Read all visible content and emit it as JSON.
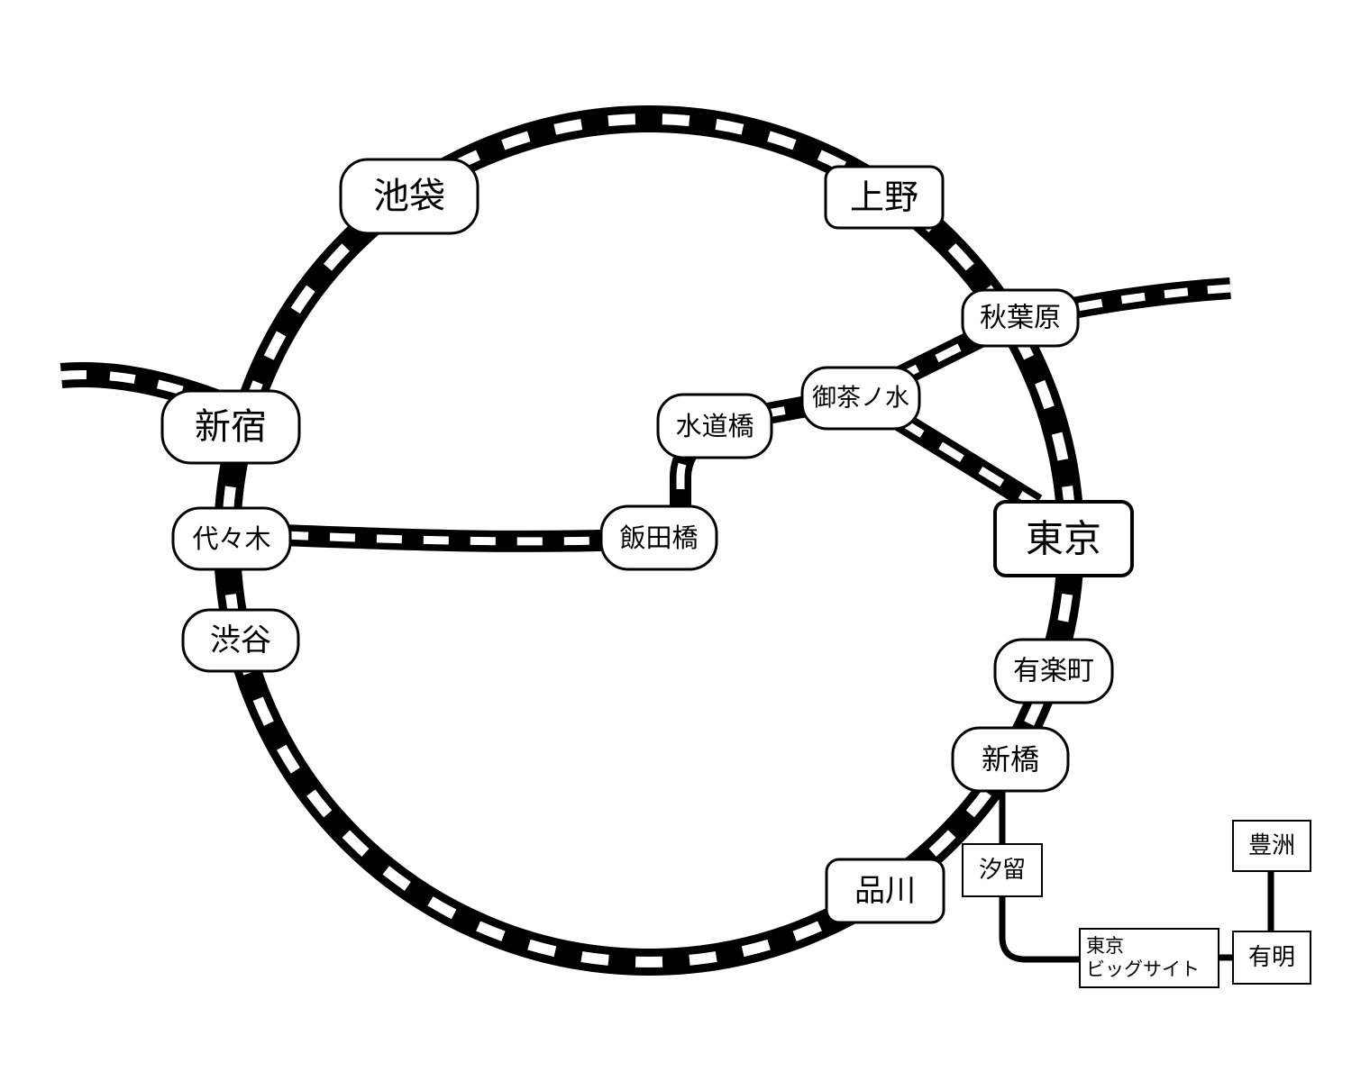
{
  "stations": {
    "ikebukuro": "池袋",
    "ueno": "上野",
    "akihabara": "秋葉原",
    "ochanomizu": "御茶ノ水",
    "suidobashi": "水道橋",
    "iidabashi": "飯田橋",
    "shinjuku": "新宿",
    "yoyogi": "代々木",
    "shibuya": "渋谷",
    "tokyo": "東京",
    "yurakucho": "有楽町",
    "shimbashi": "新橋",
    "shinagawa": "品川",
    "shiodome": "汐留",
    "big_sight_line1": "東京",
    "big_sight_line2": "ビッグサイト",
    "ariake": "有明",
    "toyosu": "豊洲"
  },
  "colors": {
    "track": "#000000",
    "dash": "#ffffff",
    "label_bg": "#ffffff"
  }
}
